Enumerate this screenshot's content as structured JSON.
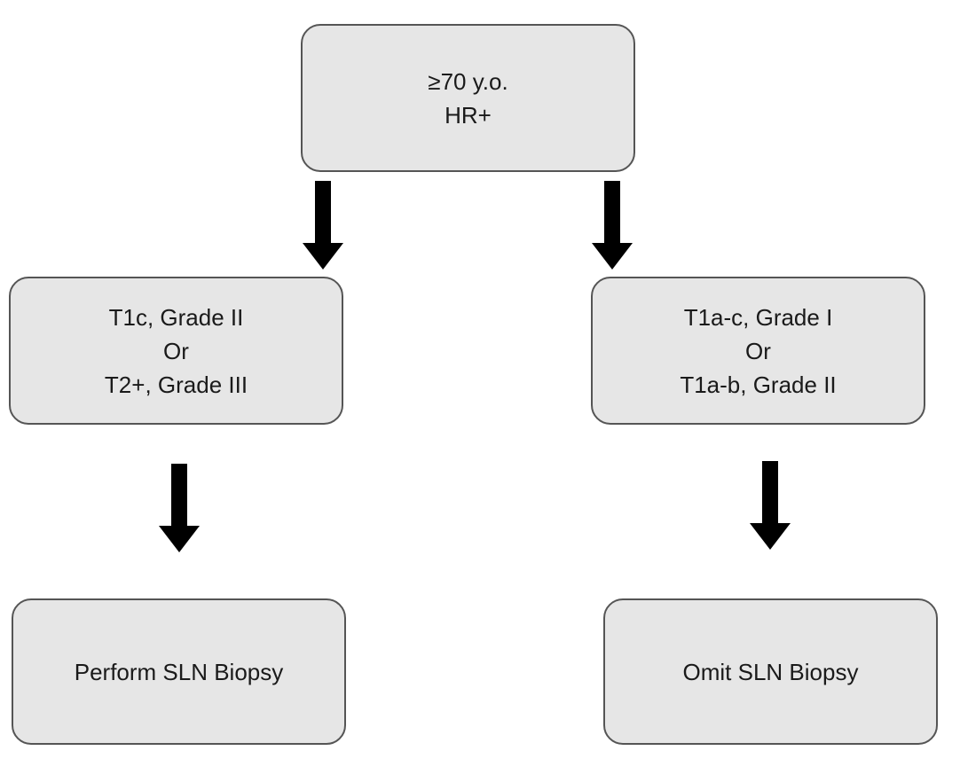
{
  "nodes": {
    "root": {
      "lines": [
        "≥70 y.o.",
        "HR+"
      ]
    },
    "left": {
      "lines": [
        "T1c, Grade II",
        "Or",
        "T2+, Grade III"
      ]
    },
    "right": {
      "lines": [
        "T1a-c, Grade I",
        "Or",
        "T1a-b, Grade II"
      ]
    },
    "perform": {
      "lines": [
        "Perform SLN Biopsy"
      ]
    },
    "omit": {
      "lines": [
        "Omit SLN Biopsy"
      ]
    }
  },
  "edges": [
    {
      "from": "root",
      "to": "left"
    },
    {
      "from": "root",
      "to": "right"
    },
    {
      "from": "left",
      "to": "perform"
    },
    {
      "from": "right",
      "to": "omit"
    }
  ],
  "colors": {
    "node_fill": "#e6e6e6",
    "node_border": "#555555",
    "arrow": "#000000"
  }
}
